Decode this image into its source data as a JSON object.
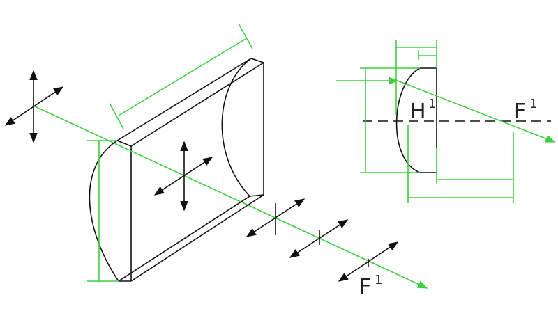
{
  "labels": {
    "focal_point_left": {
      "main": "F",
      "sup": "1"
    },
    "principal_plane": {
      "main": "H",
      "sup": "1"
    },
    "focal_point_right": {
      "main": "F",
      "sup": "1"
    }
  },
  "colors": {
    "line_black": "#111111",
    "line_green": "#3fcf3f",
    "background": "#ffffff"
  }
}
